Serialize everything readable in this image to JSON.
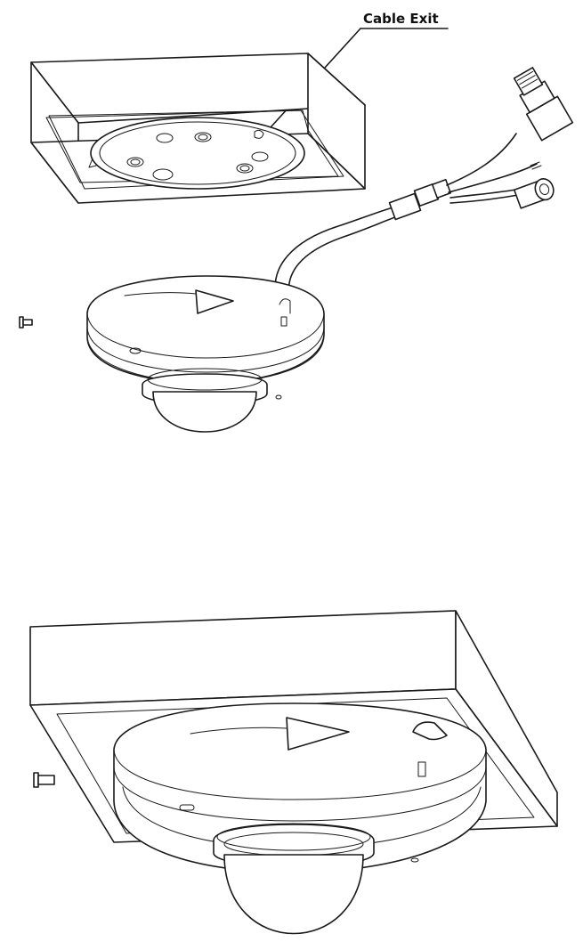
{
  "callout": {
    "label": "Cable Exit"
  },
  "figures": [
    {
      "id": "step-cable-routing",
      "description_hidden": true
    },
    {
      "id": "step-mounted",
      "description_hidden": true
    }
  ],
  "colors": {
    "line": "#1a1a1a",
    "background": "#ffffff"
  }
}
